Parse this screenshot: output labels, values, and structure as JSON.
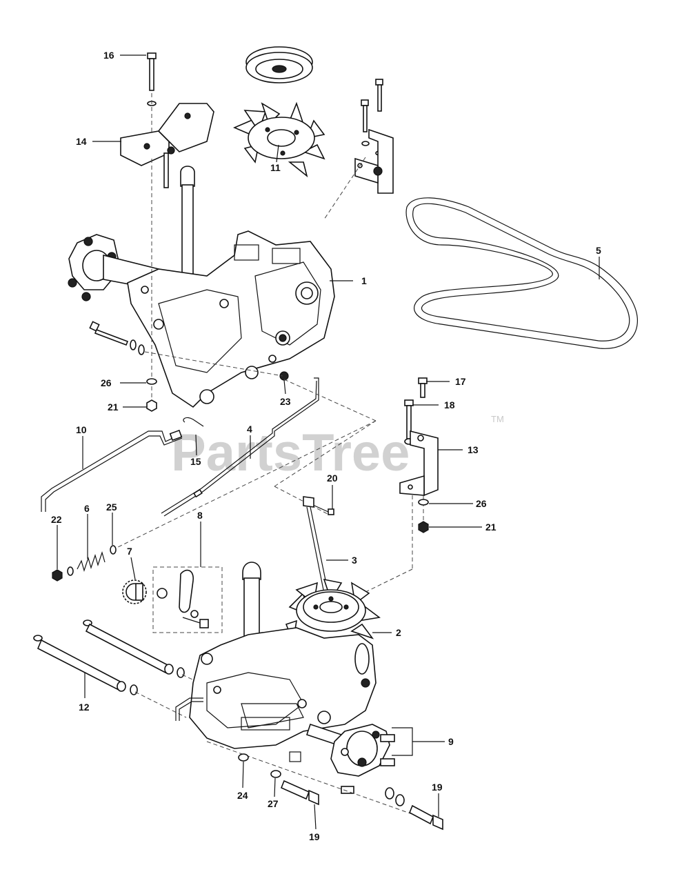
{
  "watermark": {
    "text": "PartsTree",
    "tm": "TM"
  },
  "callouts": {
    "c1": "1",
    "c2": "2",
    "c3": "3",
    "c4": "4",
    "c5": "5",
    "c6": "6",
    "c7": "7",
    "c8": "8",
    "c9": "9",
    "c10": "10",
    "c11": "11",
    "c12": "12",
    "c13": "13",
    "c14": "14",
    "c15": "15",
    "c16": "16",
    "c17": "17",
    "c18": "18",
    "c19a": "19",
    "c19b": "19",
    "c20": "20",
    "c21a": "21",
    "c21b": "21",
    "c22": "22",
    "c23": "23",
    "c24": "24",
    "c25": "25",
    "c26a": "26",
    "c26b": "26",
    "c27": "27"
  }
}
